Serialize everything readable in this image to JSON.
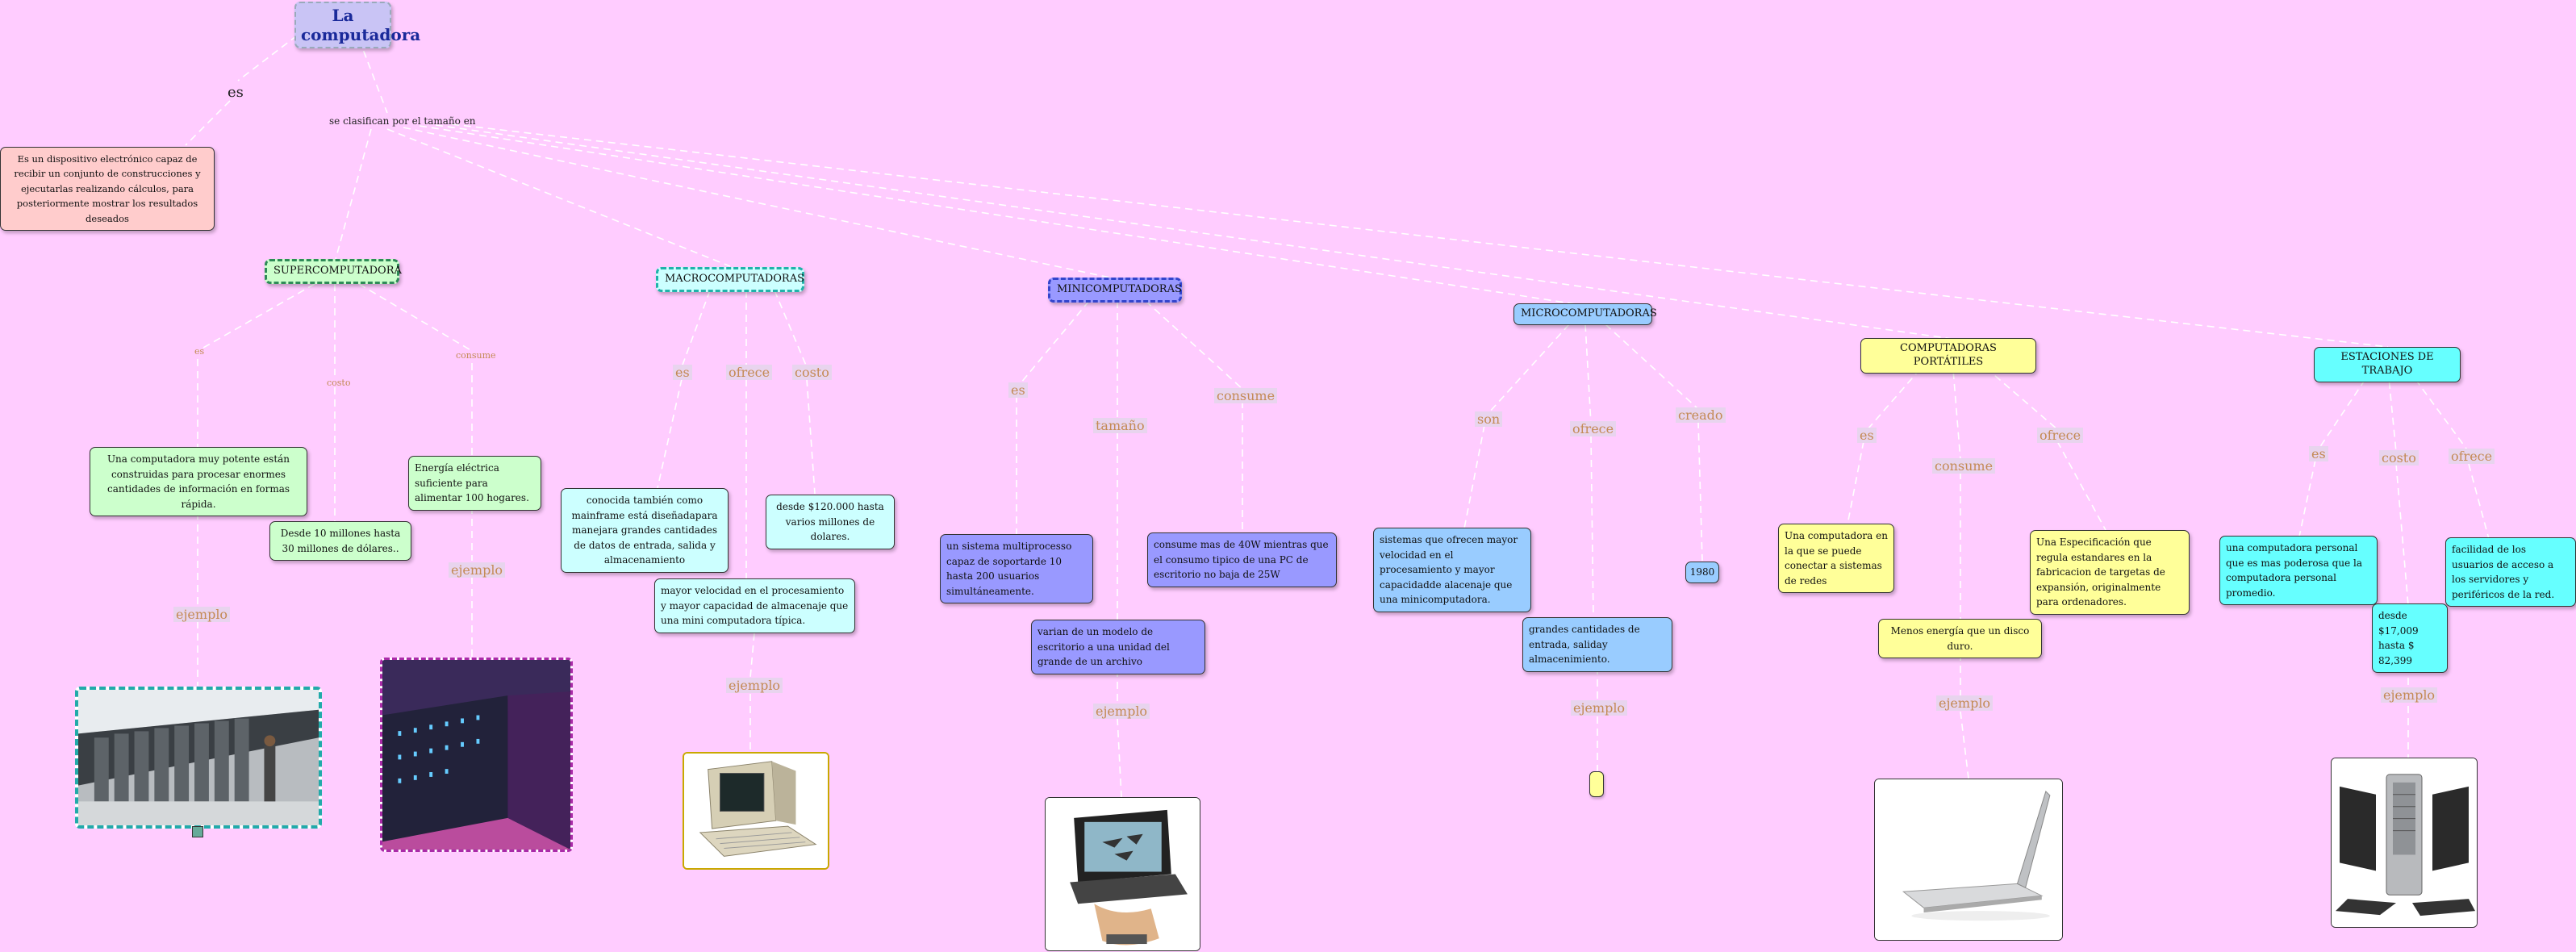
{
  "title": "La computadora",
  "links": {
    "es_top": "es",
    "clasifican": "se clasifican por el tamaño en"
  },
  "definition": "Es un dispositivo electrónico capaz de recibir un conjunto de construcciones y ejecutarlas realizando cálculos, para posteriormente mostrar los resultados deseados",
  "super": {
    "label": "SUPERCOMPUTADORA",
    "l_es": "es",
    "l_costo": "costo",
    "l_consume": "consume",
    "l_ejemplo": "ejemplo",
    "es": "Una computadora muy potente están construidas para procesar enormes cantidades de información en formas rápida.",
    "costo": "Desde 10 millones hasta 30 millones de dólares..",
    "consume": "Energía eléctrica suficiente para alimentar 100 hogares."
  },
  "macro": {
    "label": "MACROCOMPUTADORAS",
    "l_es": "es",
    "l_ofrece": "ofrece",
    "l_costo": "costo",
    "l_ejemplo": "ejemplo",
    "es": "conocida también como mainframe está diseñadapara manejara grandes cantidades de datos de entrada, salida y almacenamiento",
    "costo": "desde $120.000 hasta varios millones de dolares.",
    "ofrece": "mayor velocidad en el procesamiento y mayor capacidad de almacenaje que una mini computadora típica."
  },
  "mini": {
    "label": "MINICOMPUTADORAS",
    "l_es": "es",
    "l_tamano": "tamaño",
    "l_consume": "consume",
    "l_ejemplo": "ejemplo",
    "es": "un sistema multiprocesso capaz de soportarde 10 hasta 200 usuarios simultáneamente.",
    "consume": "consume mas de 40W mientras que el consumo tipico de una PC de escritorio no baja de 25W",
    "tamano": "varian de un modelo de escritorio a una unidad del grande de un archivo"
  },
  "micro": {
    "label": "MICROCOMPUTADORAS",
    "l_son": "son",
    "l_ofrece": "ofrece",
    "l_creado": "creado",
    "l_ejemplo": "ejemplo",
    "son": "sistemas que ofrecen mayor velocidad en el procesamiento y mayor capacidadde alacenaje que una minicomputadora.",
    "ofrece": "grandes cantidades de entrada, saliday almacenimiento.",
    "creado": "1980"
  },
  "portatil": {
    "label": "COMPUTADORAS PORTÁTILES",
    "l_es": "es",
    "l_consume": "consume",
    "l_ofrece": "ofrece",
    "l_ejemplo": "ejemplo",
    "es": "Una computadora en la que se puede conectar a sistemas de redes",
    "consume": "Menos energía que un disco duro.",
    "ofrece": "Una Especificación que regula estandares en la fabricacion de targetas de expansión, originalmente para ordenadores."
  },
  "estaciones": {
    "label": "ESTACIONES DE TRABAJO",
    "l_es": "es",
    "l_costo": "costo",
    "l_ofrece": "ofrece",
    "l_ejemplo": "ejemplo",
    "es": "una computadora personal que es mas poderosa que la computadora personal promedio.",
    "costo": "desde $17,009 hasta $ 82,399",
    "ofrece": "facilidad de los usuarios de acceso a los servidores y periféricos de la red."
  }
}
